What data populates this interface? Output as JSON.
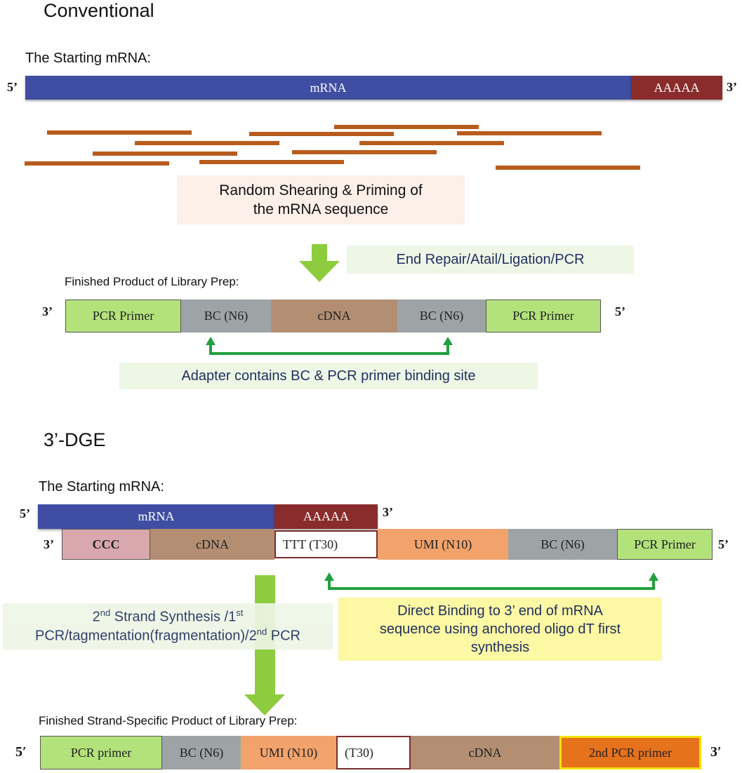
{
  "conventional": {
    "heading": "Conventional",
    "starting_label": "The Starting mRNA:",
    "strand": {
      "left_end": "5’",
      "right_end": "3’",
      "mrna": "mRNA",
      "polya": "AAAAA"
    },
    "shearing_note": {
      "line1": "Random Shearing & Priming of",
      "line2": "the mRNA sequence"
    },
    "step_note": "End Repair/Atail/Ligation/PCR",
    "finished_label": "Finished Product of Library Prep:",
    "product": {
      "left_end": "3’",
      "right_end": "5’",
      "segments": [
        "PCR Primer",
        "BC (N6)",
        "cDNA",
        "BC (N6)",
        "PCR Primer"
      ]
    },
    "adapter_note": "Adapter contains BC & PCR primer binding site"
  },
  "dge": {
    "heading": "3’-DGE",
    "starting_label": "The Starting mRNA:",
    "mrna_strand": {
      "left_end": "5’",
      "right_end": "3’",
      "mrna": "mRNA",
      "polya": "AAAAA"
    },
    "cdna_strand": {
      "left_end": "3’",
      "right_end": "5’",
      "segments": [
        "CCC",
        "cDNA",
        "TTT (T30)",
        "UMI  (N10)",
        "BC (N6)",
        "PCR Primer"
      ]
    },
    "synthesis_note": {
      "l1_a": "2",
      "l1_sup1": "nd",
      "l1_b": " Strand Synthesis /1",
      "l1_sup2": "st",
      "l2_a": "PCR/tagmentation(fragmentation)/2",
      "l2_sup": "nd",
      "l2_b": " PCR"
    },
    "binding_note": {
      "line1": "Direct Binding to 3’ end of mRNA",
      "line2": "sequence using anchored oligo dT first",
      "line3": "synthesis"
    },
    "finished_label": "Finished Strand-Specific Product of Library Prep:",
    "product": {
      "left_end": "5′",
      "right_end": "3′",
      "segments": [
        "PCR primer",
        "BC (N6)",
        "UMI  (N10)",
        "(T30)",
        "cDNA",
        "2nd PCR primer"
      ]
    }
  },
  "colors": {
    "mrna": "#3f4ea3",
    "polya": "#8a2c2c",
    "fragment": "#b85c1d",
    "pcr_primer": "#b3e27a",
    "barcode": "#9ea3a6",
    "cdna": "#b38e72",
    "umi": "#f1a36b",
    "second_pcr": "#e7721c",
    "arrow_green": "#8dcc3f",
    "bracket_green": "#21a03d"
  }
}
